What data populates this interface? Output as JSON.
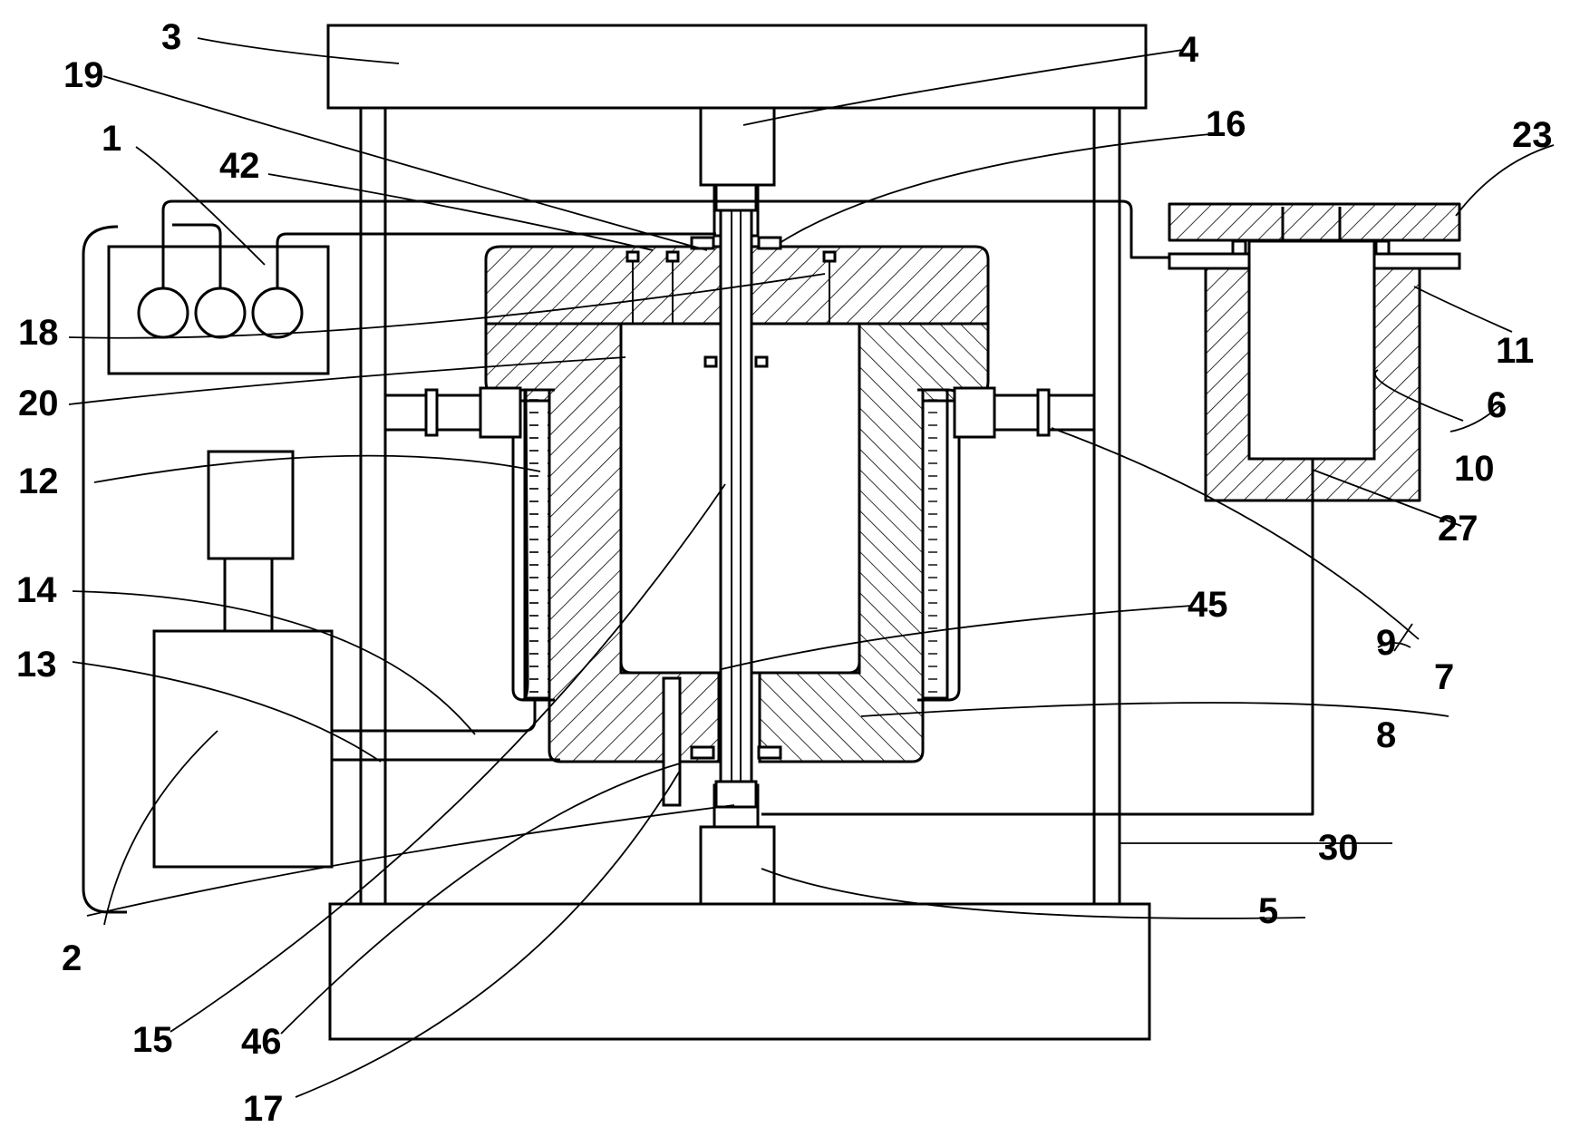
{
  "labels": [
    {
      "id": "L3",
      "text": "3"
    },
    {
      "id": "L4",
      "text": "4"
    },
    {
      "id": "L19",
      "text": "19"
    },
    {
      "id": "L16",
      "text": "16"
    },
    {
      "id": "L1",
      "text": "1"
    },
    {
      "id": "L42",
      "text": "42"
    },
    {
      "id": "L23",
      "text": "23"
    },
    {
      "id": "L18",
      "text": "18"
    },
    {
      "id": "L11",
      "text": "11"
    },
    {
      "id": "L20",
      "text": "20"
    },
    {
      "id": "L6",
      "text": "6"
    },
    {
      "id": "L12",
      "text": "12"
    },
    {
      "id": "L10",
      "text": "10"
    },
    {
      "id": "L27",
      "text": "27"
    },
    {
      "id": "L14",
      "text": "14"
    },
    {
      "id": "L45",
      "text": "45"
    },
    {
      "id": "L13",
      "text": "13"
    },
    {
      "id": "L9",
      "text": "9"
    },
    {
      "id": "L7",
      "text": "7"
    },
    {
      "id": "L8",
      "text": "8"
    },
    {
      "id": "L30",
      "text": "30"
    },
    {
      "id": "L2",
      "text": "2"
    },
    {
      "id": "L5",
      "text": "5"
    },
    {
      "id": "L15",
      "text": "15"
    },
    {
      "id": "L46",
      "text": "46"
    },
    {
      "id": "L17",
      "text": "17"
    }
  ]
}
